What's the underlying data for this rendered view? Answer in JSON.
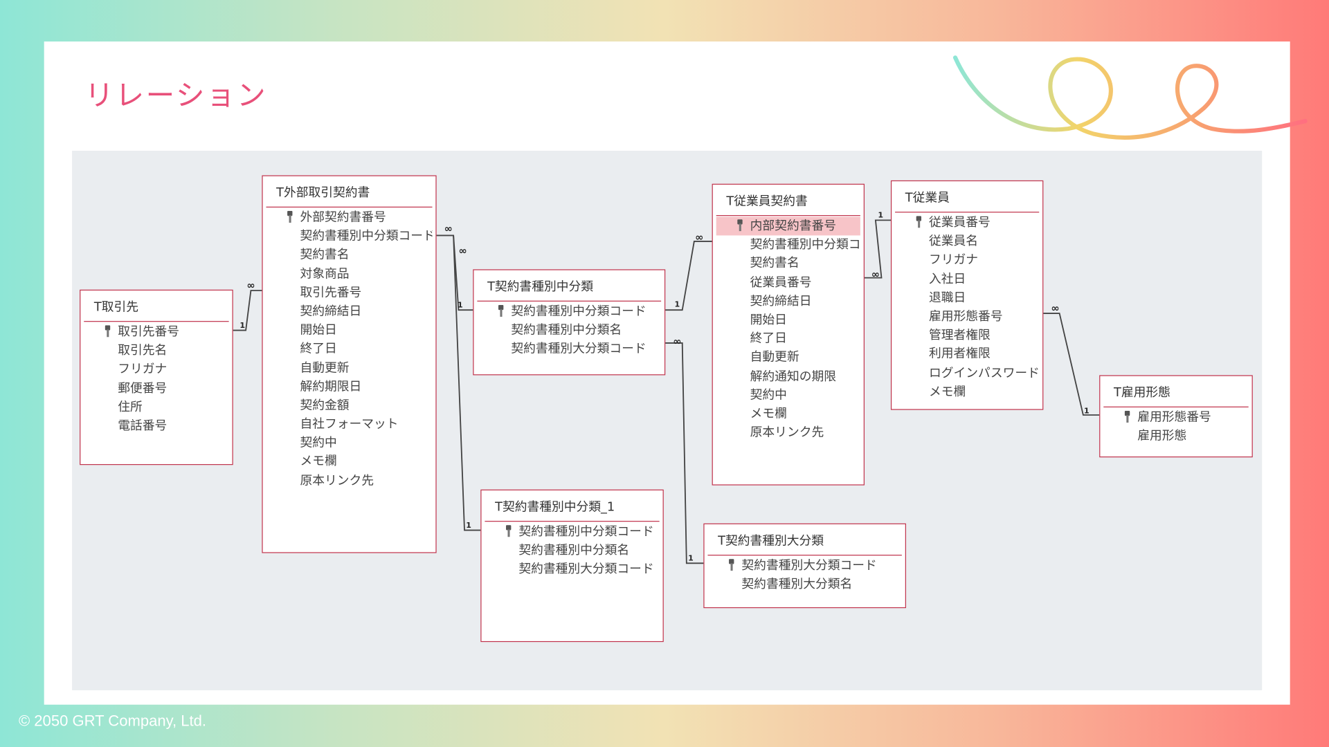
{
  "slide": {
    "title": "リレーション",
    "footer": "© 2050 GRT Company, Ltd."
  },
  "colors": {
    "title": "#e8507a",
    "table_border": "#c0334c",
    "highlight": "#f7c4c8",
    "canvas": "#eaedf0"
  },
  "tables": [
    {
      "name": "T取引先",
      "fields": [
        "取引先番号",
        "取引先名",
        "フリガナ",
        "郵便番号",
        "住所",
        "電話番号"
      ],
      "pk": 0
    },
    {
      "name": "T外部取引契約書",
      "fields": [
        "外部契約書番号",
        "契約書種別中分類コード",
        "契約書名",
        "対象商品",
        "取引先番号",
        "契約締結日",
        "開始日",
        "終了日",
        "自動更新",
        "解約期限日",
        "契約金額",
        "自社フォーマット",
        "契約中",
        "メモ欄",
        "原本リンク先"
      ],
      "pk": 0
    },
    {
      "name": "T契約書種別中分類",
      "fields": [
        "契約書種別中分類コード",
        "契約書種別中分類名",
        "契約書種別大分類コード"
      ],
      "pk": 0
    },
    {
      "name": "T契約書種別中分類_1",
      "fields": [
        "契約書種別中分類コード",
        "契約書種別中分類名",
        "契約書種別大分類コード"
      ],
      "pk": 0
    },
    {
      "name": "T従業員契約書",
      "fields": [
        "内部契約書番号",
        "契約書種別中分類コード",
        "契約書名",
        "従業員番号",
        "契約締結日",
        "開始日",
        "終了日",
        "自動更新",
        "解約通知の期限",
        "契約中",
        "メモ欄",
        "原本リンク先"
      ],
      "pk": 0,
      "highlighted": 0
    },
    {
      "name": "T従業員",
      "fields": [
        "従業員番号",
        "従業員名",
        "フリガナ",
        "入社日",
        "退職日",
        "雇用形態番号",
        "管理者権限",
        "利用者権限",
        "ログインパスワード",
        "メモ欄"
      ],
      "pk": 0
    },
    {
      "name": "T雇用形態",
      "fields": [
        "雇用形態番号",
        "雇用形態"
      ],
      "pk": 0
    },
    {
      "name": "T契約書種別大分類",
      "fields": [
        "契約書種別大分類コード",
        "契約書種別大分類名"
      ],
      "pk": 0
    }
  ],
  "relationships": [
    {
      "one": "1",
      "many": "∞"
    },
    {
      "one": "1",
      "many": "∞"
    },
    {
      "one": "1",
      "many": "∞"
    },
    {
      "one": "1",
      "many": "∞"
    },
    {
      "one": "1",
      "many": "∞"
    },
    {
      "one": "1",
      "many": "∞"
    },
    {
      "one": "1",
      "many": "∞"
    }
  ]
}
